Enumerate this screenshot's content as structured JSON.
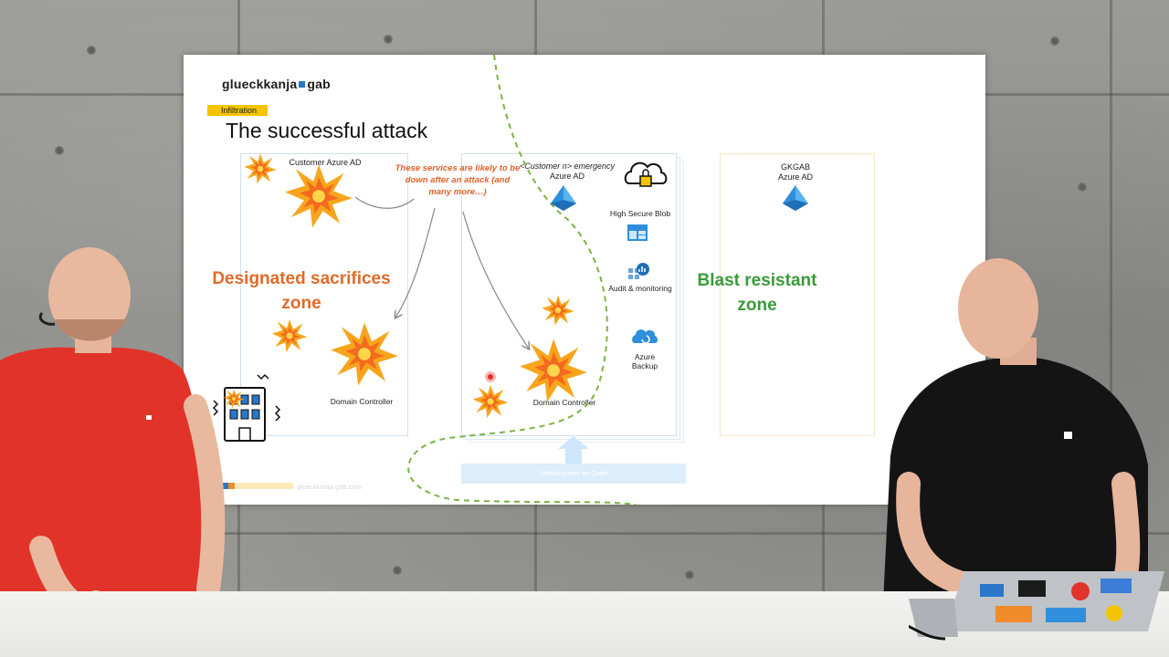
{
  "slide": {
    "logo_part1": "glueckkanja",
    "logo_part2": "gab",
    "tag": "Infiltration",
    "title": "The successful attack",
    "customer_azure_ad": "Customer Azure AD",
    "note": "These services are likely to be down after an attack (and many more…)",
    "zone_left_line1": "Designated sacrifices",
    "zone_left_line2": "zone",
    "domain_controller_1": "Domain Controller",
    "domain_controller_2": "Domain Controller",
    "emergency_line1": "<Customer n> emergency",
    "emergency_line2": "Azure AD",
    "high_secure_blob": "High Secure Blob",
    "audit_monitoring": "Audit & monitoring",
    "azure_backup_line1": "Azure",
    "azure_backup_line2": "Backup",
    "gkgab_line1": "GKGAB",
    "gkgab_line2": "Azure AD",
    "zone_right_line1": "Blast resistant",
    "zone_right_line2": "zone",
    "footer_url": "glueckkanja-gab.com",
    "infra_bar": "Infrastructure as Code"
  },
  "colors": {
    "orange_text": "#e06a2a",
    "green_text": "#3a9a3a",
    "brand_blue": "#2a77c9",
    "tag_yellow": "#f4c400",
    "azure_blue": "#2f8fdc",
    "shirt_red": "#e2332b",
    "shirt_black": "#141414"
  },
  "icons": [
    "explosion-icon",
    "azure-ad-icon",
    "cloud-lock-icon",
    "storage-blob-icon",
    "monitoring-icon",
    "azure-backup-icon",
    "building-icon"
  ]
}
